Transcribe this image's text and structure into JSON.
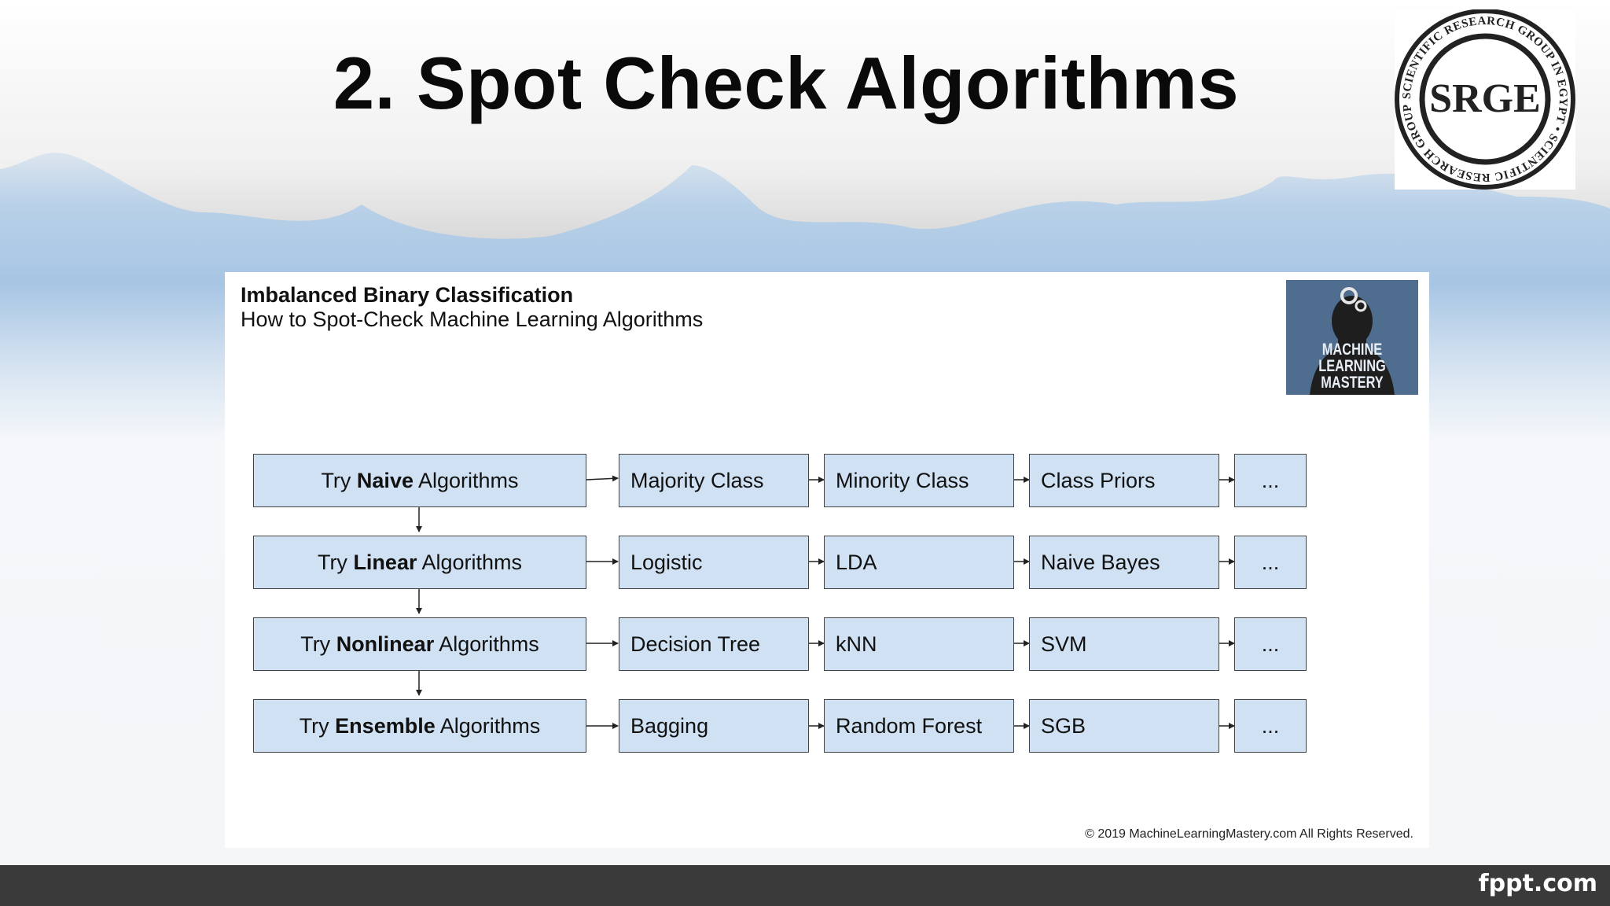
{
  "slide": {
    "title": "2. Spot Check Algorithms",
    "logo_text": "SRGE",
    "logo_ring_text": "SCIENTIFIC RESEARCH GROUP IN EGYPT • SCIENTIFIC RESEARCH GROUP IN EGYPT •"
  },
  "panel": {
    "title": "Imbalanced Binary Classification",
    "subtitle": "How to Spot-Check Machine Learning Algorithms",
    "mlm_logo_lines": [
      "MACHINE",
      "LEARNING",
      "MASTERY"
    ],
    "copyright": "© 2019 MachineLearningMastery.com All Rights Reserved."
  },
  "diagram": {
    "rows": [
      {
        "prefix": "Try ",
        "bold": "Naive",
        "suffix": " Algorithms",
        "items": [
          "Majority Class",
          "Minority Class",
          "Class Priors"
        ],
        "more": "..."
      },
      {
        "prefix": "Try ",
        "bold": "Linear",
        "suffix": " Algorithms",
        "items": [
          "Logistic",
          "LDA",
          "Naive Bayes"
        ],
        "more": "..."
      },
      {
        "prefix": "Try ",
        "bold": "Nonlinear",
        "suffix": " Algorithms",
        "items": [
          "Decision Tree",
          "kNN",
          "SVM"
        ],
        "more": "..."
      },
      {
        "prefix": "Try ",
        "bold": "Ensemble",
        "suffix": " Algorithms",
        "items": [
          "Bagging",
          "Random Forest",
          "SGB"
        ],
        "more": "..."
      }
    ]
  },
  "footer": {
    "brand": "fppt.com"
  },
  "colors": {
    "box_fill": "#cfe1f3",
    "footer_bar": "#3a3a3a"
  }
}
